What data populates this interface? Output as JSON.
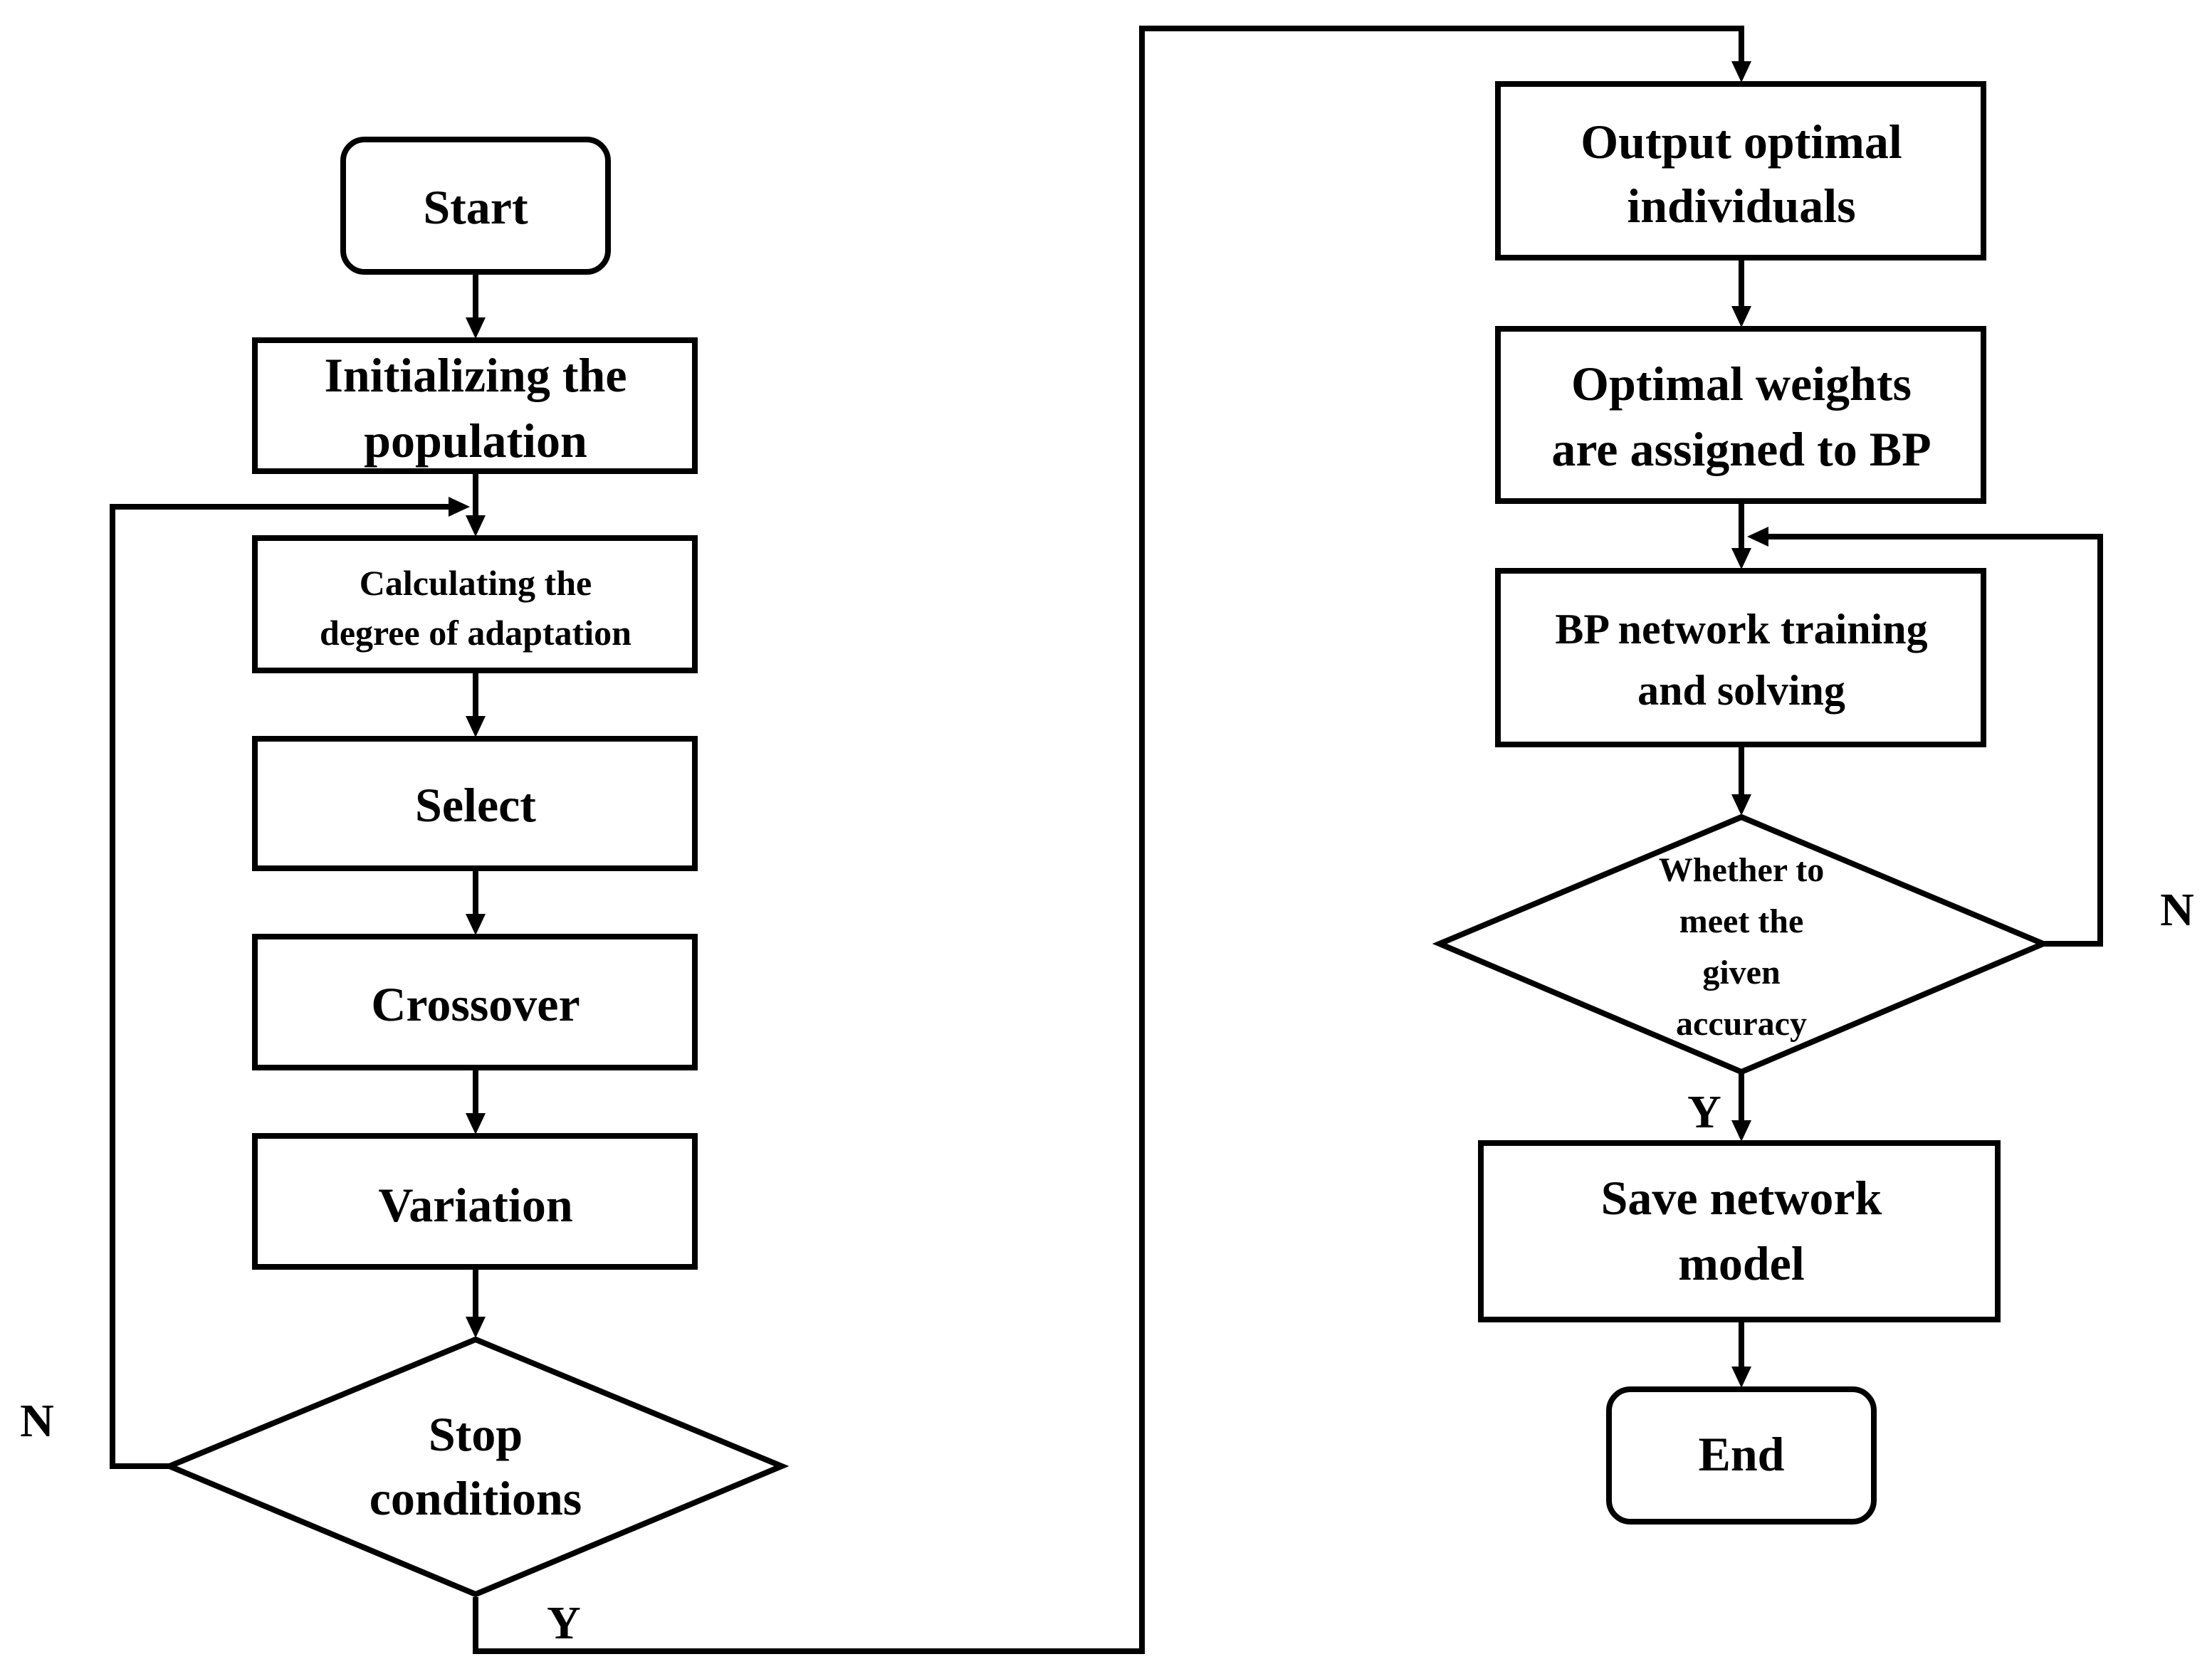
{
  "nodes": {
    "start": {
      "label": "Start"
    },
    "init_population": {
      "lines": [
        "Initializing the",
        "population"
      ]
    },
    "calc_adaptation": {
      "lines": [
        "Calculating the",
        "degree of adaptation"
      ]
    },
    "select": {
      "label": "Select"
    },
    "crossover": {
      "label": "Crossover"
    },
    "variation": {
      "label": "Variation"
    },
    "stop_conditions": {
      "lines": [
        "Stop",
        "conditions"
      ]
    },
    "output_optimal": {
      "lines": [
        "Output optimal",
        "individuals"
      ]
    },
    "optimal_weights": {
      "lines": [
        "Optimal weights",
        "are assigned to BP"
      ]
    },
    "bp_training": {
      "lines": [
        "BP network training",
        "and solving"
      ]
    },
    "accuracy_check": {
      "lines": [
        "Whether to",
        "meet the",
        "given",
        "accuracy"
      ]
    },
    "save_model": {
      "lines": [
        "Save network",
        "model"
      ]
    },
    "end": {
      "label": "End"
    }
  },
  "edge_labels": {
    "stop_no": "N",
    "stop_yes": "Y",
    "accuracy_no": "N",
    "accuracy_yes": "Y"
  }
}
